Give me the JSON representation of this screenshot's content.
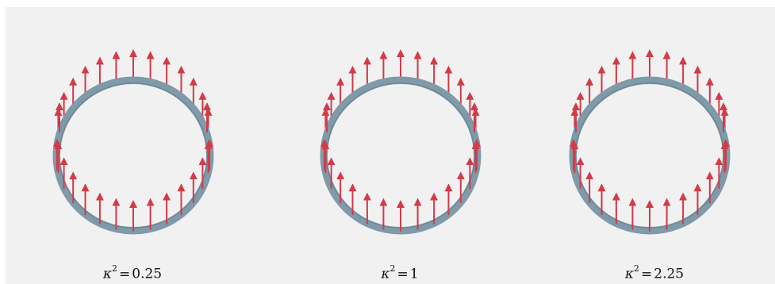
{
  "figure": {
    "colors": {
      "background": "#f1f1f1",
      "ring": "#7f9aa9",
      "ring_dark": "#5d7888",
      "arrow": "#d43a48"
    },
    "panels": [
      {
        "kappa_sq": "0.25",
        "arrows_per_side": 28,
        "arrow_profile": "uniform"
      },
      {
        "kappa_sq": "1",
        "arrows_per_side": 28,
        "arrow_profile": "uniform"
      },
      {
        "kappa_sq": "2.25",
        "arrows_per_side": 28,
        "arrow_profile": "uniform"
      }
    ],
    "caption_symbol": "κ",
    "caption_exponent": "2",
    "caption_equals": "="
  }
}
